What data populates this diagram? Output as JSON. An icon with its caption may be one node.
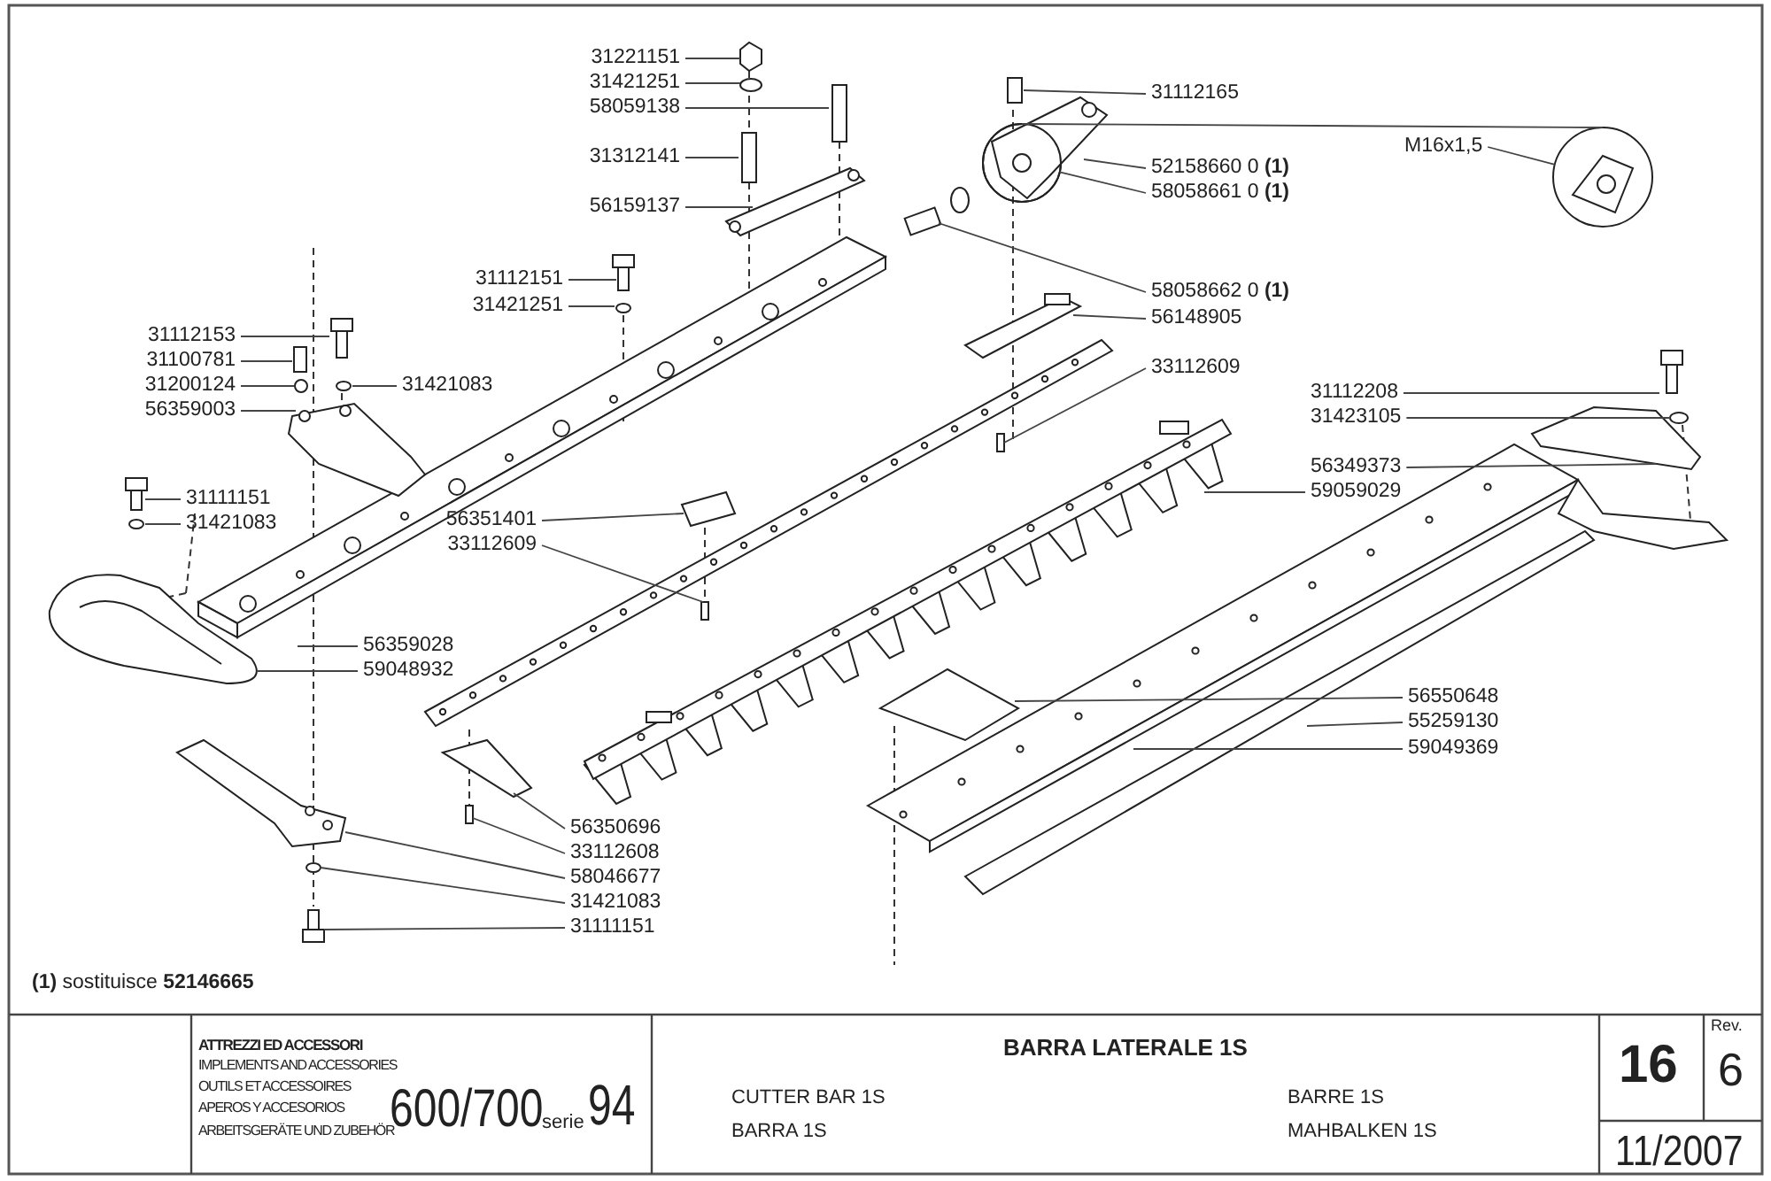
{
  "diagram": {
    "title": "BARRA LATERALE 1S",
    "nodes": [
      {
        "text": [
          "31221151"
        ]
      },
      {
        "text": [
          "31421251"
        ]
      },
      {
        "text": [
          "58059138"
        ]
      },
      {
        "text": [
          "31312141"
        ]
      },
      {
        "text": [
          "56159137"
        ]
      },
      {
        "text": [
          "31112151"
        ]
      },
      {
        "text": [
          "31421251"
        ]
      },
      {
        "text": [
          "31112153"
        ]
      },
      {
        "text": [
          "31100781"
        ]
      },
      {
        "text": [
          "31200124"
        ]
      },
      {
        "text": [
          "31421083"
        ]
      },
      {
        "text": [
          "56359003"
        ]
      },
      {
        "text": [
          "31111151"
        ]
      },
      {
        "text": [
          "31421083"
        ]
      },
      {
        "text": [
          "56351401"
        ]
      },
      {
        "text": [
          "33112609"
        ]
      },
      {
        "text": [
          "56359028"
        ]
      },
      {
        "text": [
          "59048932"
        ]
      },
      {
        "text": [
          "56350696"
        ]
      },
      {
        "text": [
          "33112608"
        ]
      },
      {
        "text": [
          "58046677"
        ]
      },
      {
        "text": [
          "31421083"
        ]
      },
      {
        "text": [
          "31111151"
        ]
      },
      {
        "text": [
          "31112165"
        ]
      },
      {
        "text": [
          "52158660 0 **(1)**"
        ]
      },
      {
        "text": [
          "58058661 0 **(1)**"
        ]
      },
      {
        "text": [
          "58058662 0 **(1)**"
        ]
      },
      {
        "text": [
          "56148905"
        ]
      },
      {
        "text": [
          "33112609"
        ]
      },
      {
        "text": [
          "31112208"
        ]
      },
      {
        "text": [
          "31423105"
        ]
      },
      {
        "text": [
          "56349373"
        ]
      },
      {
        "text": [
          "59059029"
        ]
      },
      {
        "text": [
          "56550648"
        ]
      },
      {
        "text": [
          "55259130"
        ]
      },
      {
        "text": [
          "59049369"
        ]
      },
      {
        "text": [
          "M16x1,5"
        ]
      },
      {
        "text": [],
        "shape": "circle"
      },
      {
        "text": [],
        "shape": "circle"
      }
    ],
    "edges": [
      {
        "from": 0,
        "to": null,
        "arrow": "none"
      },
      {
        "from": 1,
        "to": null,
        "arrow": "none"
      },
      {
        "from": 2,
        "to": null,
        "arrow": "none"
      },
      {
        "from": 3,
        "to": null,
        "arrow": "none"
      },
      {
        "from": 4,
        "to": null,
        "arrow": "none"
      },
      {
        "from": 5,
        "to": null,
        "arrow": "none"
      },
      {
        "from": 6,
        "to": null,
        "arrow": "none"
      },
      {
        "from": 7,
        "to": null,
        "arrow": "none"
      },
      {
        "from": 8,
        "to": null,
        "arrow": "none"
      },
      {
        "from": 9,
        "to": null,
        "arrow": "none"
      },
      {
        "from": 10,
        "to": null,
        "arrow": "none"
      },
      {
        "from": 11,
        "to": null,
        "arrow": "none"
      },
      {
        "from": 12,
        "to": null,
        "arrow": "none"
      },
      {
        "from": 13,
        "to": null,
        "arrow": "none"
      },
      {
        "from": 14,
        "to": null,
        "arrow": "none"
      },
      {
        "from": 15,
        "to": null,
        "arrow": "none"
      },
      {
        "from": 16,
        "to": null,
        "arrow": "none"
      },
      {
        "from": 17,
        "to": null,
        "arrow": "none"
      },
      {
        "from": 18,
        "to": null,
        "arrow": "none"
      },
      {
        "from": 19,
        "to": null,
        "arrow": "none"
      },
      {
        "from": 20,
        "to": null,
        "arrow": "none"
      },
      {
        "from": 21,
        "to": null,
        "arrow": "none"
      },
      {
        "from": 22,
        "to": null,
        "arrow": "none"
      },
      {
        "from": 23,
        "to": null,
        "arrow": "none"
      },
      {
        "from": 24,
        "to": null,
        "arrow": "none"
      },
      {
        "from": 25,
        "to": 37,
        "arrow": "none"
      },
      {
        "from": 26,
        "to": null,
        "arrow": "none"
      },
      {
        "from": 27,
        "to": null,
        "arrow": "none"
      },
      {
        "from": 28,
        "to": null,
        "arrow": "none"
      },
      {
        "from": 29,
        "to": null,
        "arrow": "none"
      },
      {
        "from": 30,
        "to": null,
        "arrow": "none"
      },
      {
        "from": 31,
        "to": null,
        "arrow": "none"
      },
      {
        "from": 32,
        "to": null,
        "arrow": "none"
      },
      {
        "from": 33,
        "to": null,
        "arrow": "none"
      },
      {
        "from": 34,
        "to": null,
        "arrow": "none"
      },
      {
        "from": 35,
        "to": null,
        "arrow": "none"
      },
      {
        "from": 36,
        "to": 38,
        "arrow": "none"
      },
      {
        "from": 37,
        "to": 38,
        "arrow": "none"
      }
    ],
    "labels": [
      "**(1)** sostituisce **52146665**",
      "ATTREZZI ED ACCESSORI",
      "IMPLEMENTS AND ACCESSORIES",
      "OUTILS ET ACCESSOIRES",
      "APEROS Y ACCESORIOS",
      "ARBEITSGERÄTE UND ZUBEHÖR",
      "600/700",
      "serie",
      "94",
      "CUTTER BAR 1S",
      "BARRE 1S",
      "BARRA 1S",
      "MAHBALKEN 1S",
      "16",
      "Rev.",
      "6",
      "11/2007"
    ]
  }
}
